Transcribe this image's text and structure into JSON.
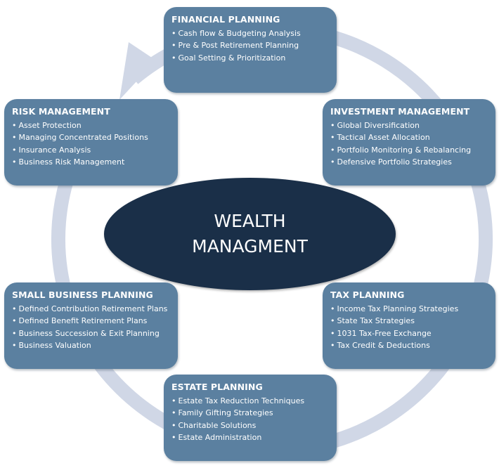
{
  "colors": {
    "card": "#5b80a0",
    "center": "#1a2f48",
    "ring": "#d0d7e6",
    "text": "#ffffff"
  },
  "center": {
    "line1": "WEALTH",
    "line2": "MANAGMENT"
  },
  "cards": {
    "financial": {
      "title": "FINANCIAL PLANNING",
      "items": [
        "Cash flow & Budgeting Analysis",
        "Pre & Post Retirement Planning",
        "Goal Setting & Prioritization"
      ]
    },
    "investment": {
      "title": "INVESTMENT MANAGEMENT",
      "items": [
        "Global Diversification",
        "Tactical Asset Allocation",
        "Portfolio Monitoring & Rebalancing",
        "Defensive Portfolio Strategies"
      ]
    },
    "tax": {
      "title": "TAX PLANNING",
      "items": [
        "Income Tax Planning Strategies",
        "State Tax Strategies",
        "1031 Tax-Free Exchange",
        "Tax Credit & Deductions"
      ]
    },
    "estate": {
      "title": "ESTATE PLANNING",
      "items": [
        "Estate Tax Reduction Techniques",
        "Family Gifting Strategies",
        "Charitable Solutions",
        "Estate Administration"
      ]
    },
    "small_business": {
      "title": "SMALL BUSINESS PLANNING",
      "items": [
        "Defined Contribution  Retirement Plans",
        "Defined Benefit Retirement Plans",
        "Business Succession & Exit Planning",
        "Business Valuation"
      ]
    },
    "risk": {
      "title": "RISK MANAGEMENT",
      "items": [
        "Asset Protection",
        "Managing Concentrated Positions",
        "Insurance Analysis",
        "Business Risk Management"
      ]
    }
  }
}
